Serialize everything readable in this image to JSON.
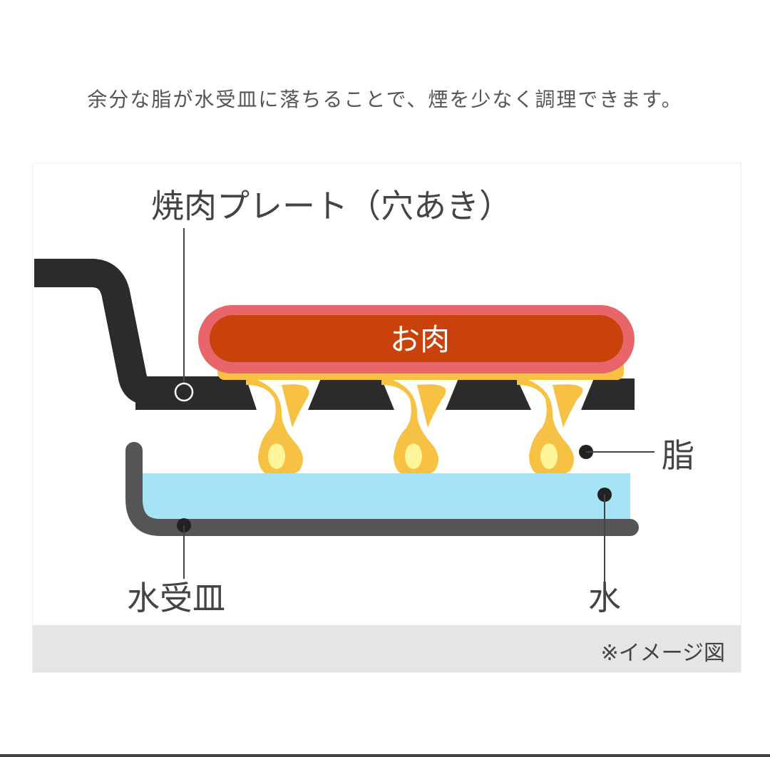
{
  "caption": "余分な脂が水受皿に落ちることで、煙を少なく調理できます。",
  "labels": {
    "plate": "焼肉プレート（穴あき）",
    "meat": "お肉",
    "fat": "脂",
    "tray": "水受皿",
    "water": "水"
  },
  "note": "※イメージ図",
  "colors": {
    "plate": "#2b2b2b",
    "meat_fill": "#c9420c",
    "meat_border": "#e8656a",
    "fat": "#f7c144",
    "fat_highlight": "#fff59a",
    "water": "#a7e3f7",
    "tray": "#555555",
    "footer": "#e5e5e5"
  }
}
